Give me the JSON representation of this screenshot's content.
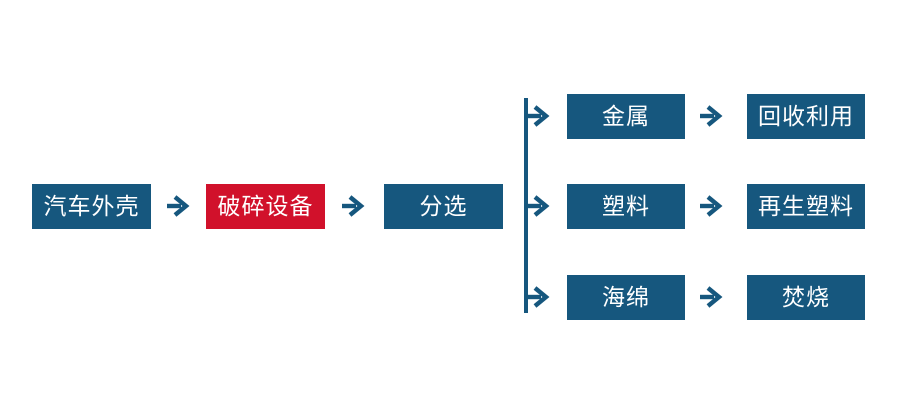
{
  "diagram": {
    "title_semantic": "car-shell-recycling-process-flowchart",
    "colors": {
      "node_blue": "#16577e",
      "node_red": "#d1112b",
      "connector_blue": "#16577e",
      "text_white": "#ffffff",
      "background": "#ffffff"
    },
    "icons": {
      "arrow_right_glyph": "→"
    },
    "main_flow": {
      "nodes": [
        {
          "label": "汽车外壳",
          "style": "blue"
        },
        {
          "label": "破碎设备",
          "style": "red"
        },
        {
          "label": "分选",
          "style": "blue"
        }
      ]
    },
    "branches": [
      {
        "material": "金属",
        "outcome": "回收利用"
      },
      {
        "material": "塑料",
        "outcome": "再生塑料"
      },
      {
        "material": "海绵",
        "outcome": "焚烧"
      }
    ]
  }
}
